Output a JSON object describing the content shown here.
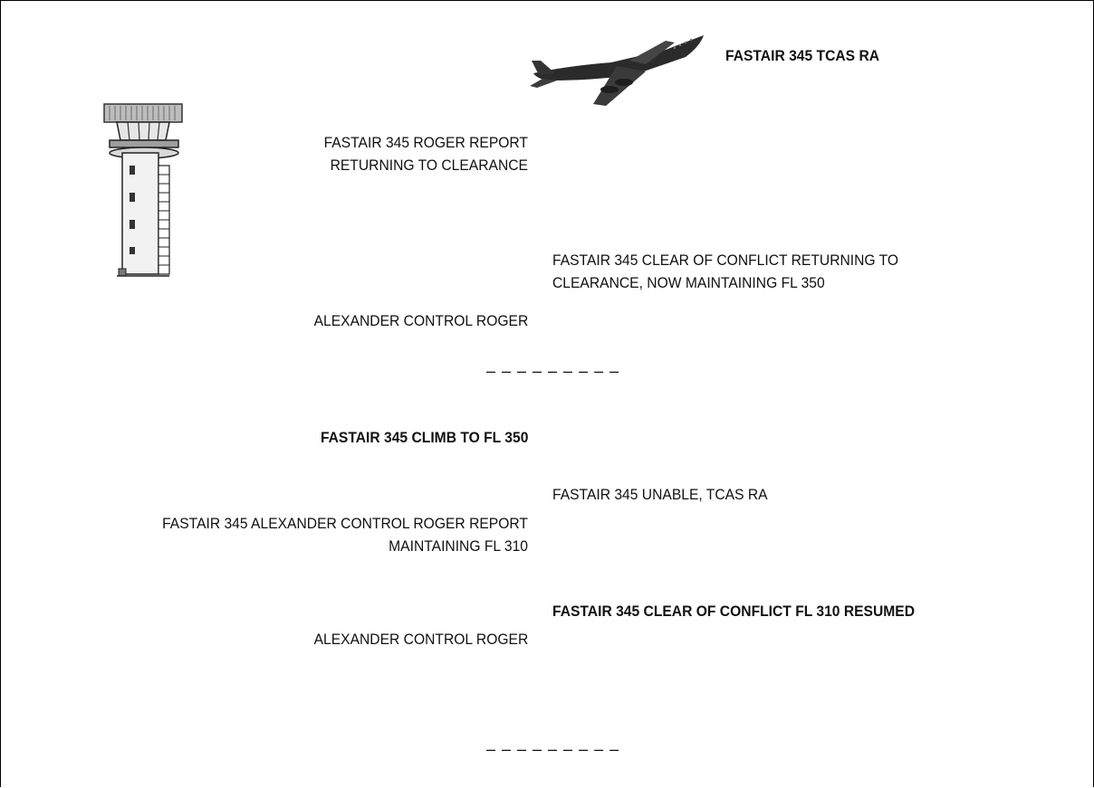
{
  "header": {
    "aircraft_message": "FASTAIR 345 TCAS RA"
  },
  "scenario_1": {
    "atc_report": [
      "FASTAIR 345 ROGER REPORT",
      "RETURNING TO CLEARANCE"
    ],
    "pilot_clear": [
      "FASTAIR 345 CLEAR OF CONFLICT RETURNING TO",
      "CLEARANCE, NOW MAINTAINING FL 350"
    ],
    "atc_roger": "ALEXANDER CONTROL ROGER",
    "separator": "– – – – – – – – –"
  },
  "scenario_2": {
    "atc_climb": "FASTAIR 345 CLIMB TO FL 350",
    "pilot_unable": "FASTAIR 345 UNABLE, TCAS RA",
    "atc_report": [
      "FASTAIR 345 ALEXANDER CONTROL ROGER REPORT",
      "MAINTAINING FL 310"
    ],
    "pilot_clear": "FASTAIR 345 CLEAR OF CONFLICT  FL 310 RESUMED",
    "atc_roger": "ALEXANDER CONTROL ROGER",
    "separator": "– – – – – – – – –"
  },
  "icons": {
    "tower": "control-tower-icon",
    "aircraft": "airliner-icon"
  }
}
